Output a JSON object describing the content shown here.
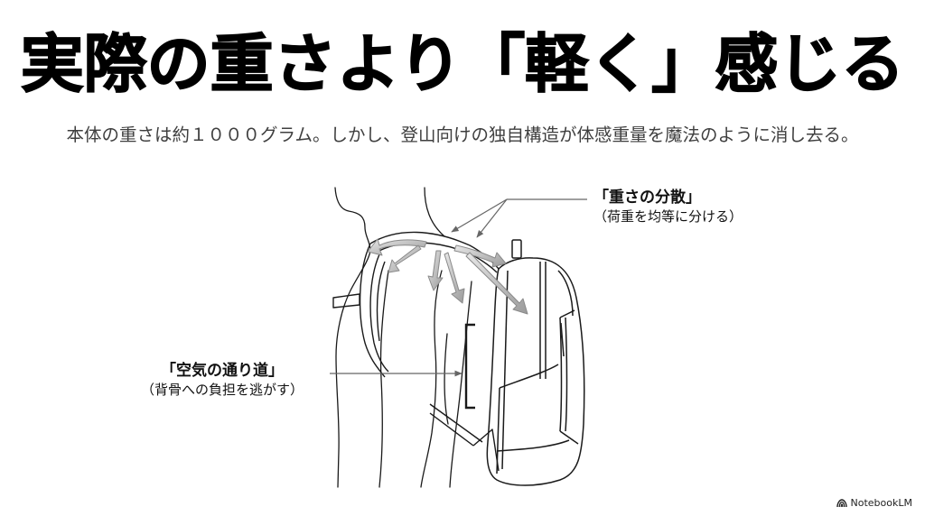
{
  "slide": {
    "title": "実際の重さより「軽く」感じる",
    "subtitle": "本体の重さは約１０００グラム。しかし、登山向けの独自構造が体感重量を魔法のように消し去る。"
  },
  "figure": {
    "subject": "backpack-on-shoulder-line-illustration",
    "callouts": [
      {
        "id": "weight-distribution",
        "heading": "「重さの分散」",
        "detail": "（荷重を均等に分ける）"
      },
      {
        "id": "air-channel",
        "heading": "「空気の通り道」",
        "detail": "（背骨への負担を逃がす）"
      }
    ],
    "colors": {
      "line": "#1a1a1a",
      "arrow_fill": "#a6a6a6",
      "arrow_stroke": "#7a7a7a",
      "leader": "#666666"
    }
  },
  "footer": {
    "brand_icon": "notebooklm-logo-icon",
    "brand_label": "NotebookLM"
  }
}
